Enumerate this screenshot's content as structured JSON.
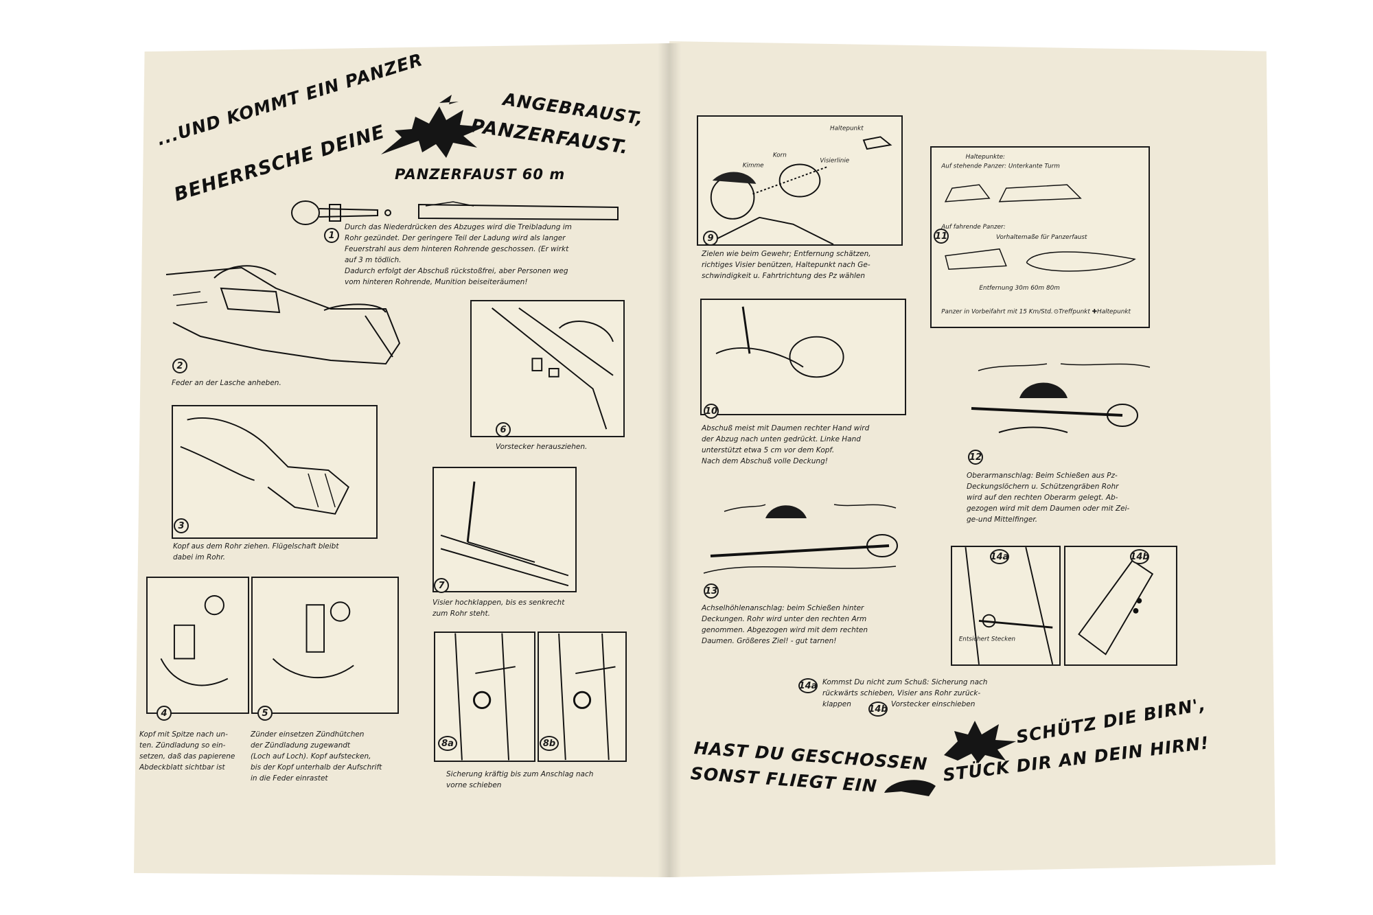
{
  "left_page": {
    "headline": {
      "line1a": "...UND KOMMT EIN PANZER",
      "line1b": "ANGEBRAUST,",
      "line2a": "BEHERRSCHE DEINE",
      "line2b": "PANZERFAUST."
    },
    "subtitle": "PANZERFAUST 60 m",
    "steps": [
      {
        "num": "1",
        "text": "Durch das Niederdrücken des Abzuges wird die Treibladung im\nRohr gezündet. Der geringere Teil der Ladung wird als langer\nFeuerstrahl aus dem hinteren Rohrende geschossen. (Er wirkt\nauf 3 m tödlich.\nDadurch erfolgt der Abschuß rückstoßfrei, aber Personen weg\nvom hinteren Rohrende, Munition beiseiteräumen!"
      },
      {
        "num": "2",
        "text": "Feder an der Lasche anheben."
      },
      {
        "num": "3",
        "text": "Kopf aus dem Rohr ziehen. Flügelschaft bleibt\ndabei im Rohr."
      },
      {
        "num": "4",
        "text": "Kopf mit Spitze nach un-\nten. Zündladung so ein-\nsetzen, daß das papierene\nAbdeckblatt sichtbar ist"
      },
      {
        "num": "5",
        "text": "Zünder einsetzen Zündhütchen\nder Zündladung zugewandt\n(Loch auf Loch). Kopf aufstecken,\nbis der Kopf unterhalb der Aufschrift\nin die Feder einrastet"
      },
      {
        "num": "6",
        "text": "Vorstecker herausziehen."
      },
      {
        "num": "7",
        "text": "Visier hochklappen, bis es senkrecht\nzum Rohr steht."
      },
      {
        "num": "8a",
        "text": ""
      },
      {
        "num": "8b",
        "text": "Sicherung kräftig bis zum Anschlag nach\nvorne schieben"
      }
    ]
  },
  "right_page": {
    "steps": [
      {
        "num": "9",
        "text": "Zielen wie beim Gewehr; Entfernung schätzen,\nrichtiges Visier benützen, Haltepunkt nach Ge-\nschwindigkeit u. Fahrtrichtung des Pz wählen"
      },
      {
        "num": "10",
        "text": "Abschuß meist mit Daumen rechter Hand wird\nder Abzug nach unten gedrückt. Linke Hand\nunterstützt etwa 5 cm vor dem Kopf.\nNach dem Abschuß volle Deckung!"
      },
      {
        "num": "11",
        "text": ""
      },
      {
        "num": "12",
        "text": "Oberarmanschlag: Beim Schießen aus Pz-\nDeckungslöchern u. Schützengräben Rohr\nwird auf den rechten Oberarm gelegt. Ab-\ngezogen wird mit dem Daumen oder mit Zei-\nge-und Mittelfinger."
      },
      {
        "num": "13",
        "text": "Achselhöhlenanschlag: beim Schießen hinter\nDeckungen. Rohr wird unter den rechten Arm\ngenommen. Abgezogen wird mit dem rechten\nDaumen. Größeres Ziel! - gut tarnen!"
      },
      {
        "num": "14a",
        "text": ""
      },
      {
        "num": "14b",
        "text": ""
      }
    ],
    "fig9_labels": {
      "kimme": "Kimme",
      "korn": "Korn",
      "visierlinie": "Visierlinie",
      "haltepunkt": "Haltepunkt"
    },
    "fig11": {
      "title": "Haltepunkte:",
      "line1": "Auf stehende Panzer: Unterkante Turm",
      "line2": "Auf fahrende Panzer:",
      "line3": "Vorhaltemaße für Panzerfaust",
      "distances": "Entfernung 30m     60m     80m",
      "footer": "Panzer in Vorbeifahrt mit\n15 Km/Std.",
      "legend": "⊙Treffpunkt ✚Haltepunkt"
    },
    "fig14_tag": "Entsichert\nStecken",
    "note14_a": "Kommst Du nicht zum Schuß: Sicherung nach\nrückwärts schieben, Visier ans Rohr zurück-",
    "note14_b1": "klappen",
    "note14_b2": "Vorstecker einschieben",
    "footer": {
      "line1a": "HAST DU GESCHOSSEN",
      "line1b": "SCHÜTZ DIE BIRN',",
      "line2a": "SONST FLIEGT EIN",
      "line2b": "STÜCK DIR AN DEIN HIRN!"
    }
  }
}
